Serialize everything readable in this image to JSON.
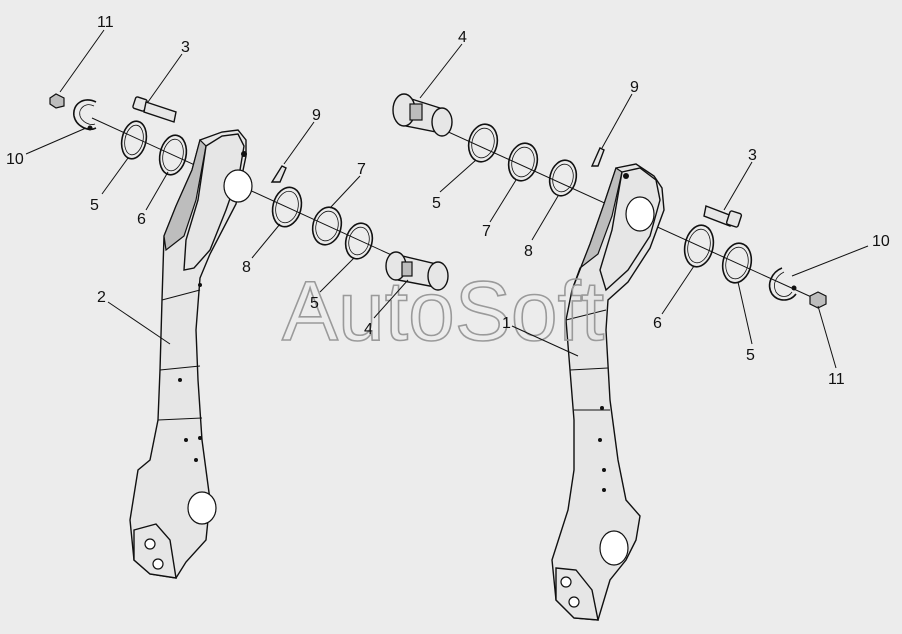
{
  "diagram": {
    "watermark": "AutoSoft",
    "callouts": [
      {
        "id": "c-11-left",
        "text": "11"
      },
      {
        "id": "c-10-left",
        "text": "10"
      },
      {
        "id": "c-3-left",
        "text": "3"
      },
      {
        "id": "c-5-left-a",
        "text": "5"
      },
      {
        "id": "c-6-left",
        "text": "6"
      },
      {
        "id": "c-9-left",
        "text": "9"
      },
      {
        "id": "c-7-left",
        "text": "7"
      },
      {
        "id": "c-8-left",
        "text": "8"
      },
      {
        "id": "c-5-left-b",
        "text": "5"
      },
      {
        "id": "c-4-left",
        "text": "4"
      },
      {
        "id": "c-2",
        "text": "2"
      },
      {
        "id": "c-4-right",
        "text": "4"
      },
      {
        "id": "c-9-right",
        "text": "9"
      },
      {
        "id": "c-5-right-a",
        "text": "5"
      },
      {
        "id": "c-7-right",
        "text": "7"
      },
      {
        "id": "c-8-right",
        "text": "8"
      },
      {
        "id": "c-3-right",
        "text": "3"
      },
      {
        "id": "c-10-right",
        "text": "10"
      },
      {
        "id": "c-1",
        "text": "1"
      },
      {
        "id": "c-6-right",
        "text": "6"
      },
      {
        "id": "c-5-right-b",
        "text": "5"
      },
      {
        "id": "c-11-right",
        "text": "11"
      }
    ]
  }
}
